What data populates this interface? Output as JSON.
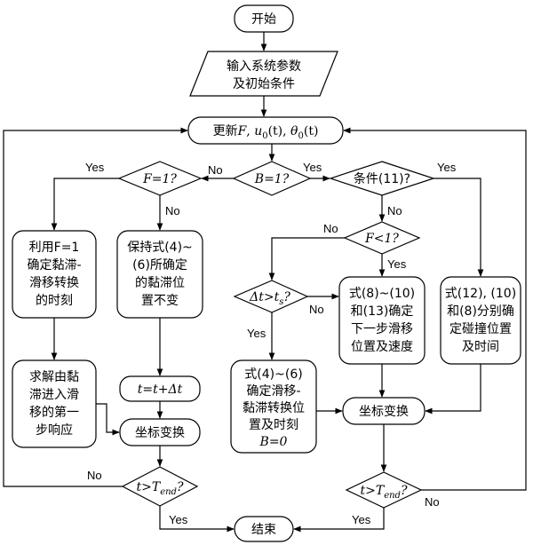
{
  "nodes": {
    "start": "开始",
    "input_l1": "输入系统参数",
    "input_l2": "及初始条件",
    "update": {
      "p1": "更新",
      "F": "F",
      "p2": ", ",
      "u": "u",
      "u_sub": "0",
      "p3": "(t), ",
      "theta": "θ",
      "theta_sub": "0",
      "p4": "(t)"
    },
    "dec_B": "B=1?",
    "dec_F1": "F=1?",
    "dec_cond": "条件(11)?",
    "dec_Flt1": "F<1?",
    "dec_dt": {
      "a": "Δt>t",
      "sub": "s",
      "b": "?"
    },
    "use_F1": [
      "利用F=1",
      "确定黏滞-",
      "滑移转换",
      "的时刻"
    ],
    "keep": [
      "保持式(4)~",
      "(6)所确定",
      "的黏滞位",
      "置不变"
    ],
    "solve": [
      "求解由黏",
      "滞进入滑",
      "移的第一",
      "步响应"
    ],
    "t_update": "t=t+Δt",
    "coord_left": "坐标变换",
    "eq8": [
      "式(8)~(10)",
      "和(13)确定",
      "下一步滑移",
      "位置及速度"
    ],
    "eq12": [
      "式(12), (10)",
      "和(8)分别确",
      "定碰撞位置",
      "及时间"
    ],
    "eq4": [
      "式(4)~(6)",
      "确定滑移-",
      "黏滞转换位",
      "置及时刻",
      "B=0"
    ],
    "coord_right": "坐标变换",
    "dec_tend_left": {
      "a": "t>T",
      "sub": "end",
      "b": "?"
    },
    "dec_tend_right": {
      "a": "t>T",
      "sub": "end",
      "b": "?"
    },
    "end": "结束"
  },
  "edge_labels": {
    "yes": "Yes",
    "no": "No"
  }
}
